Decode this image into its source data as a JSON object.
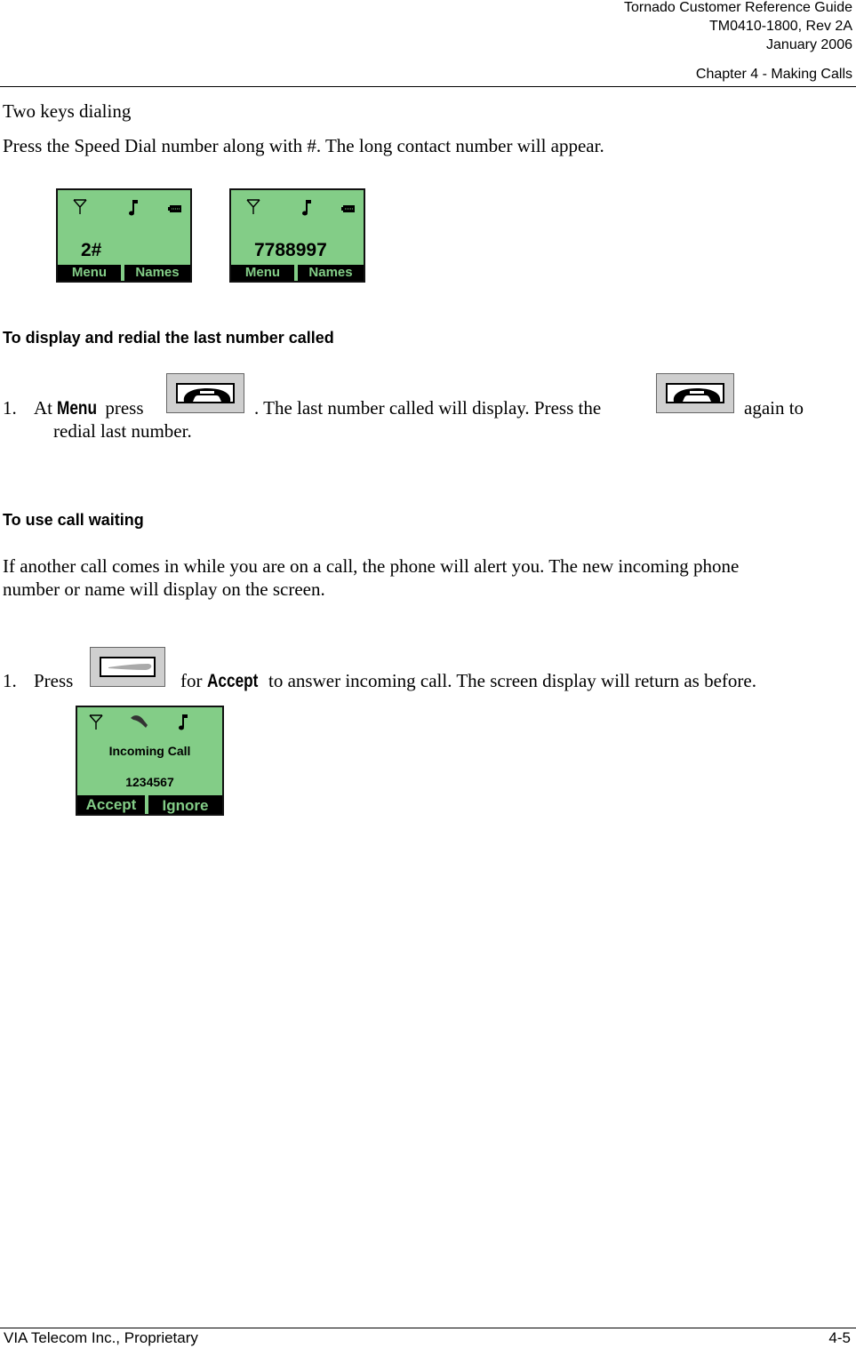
{
  "header": {
    "title": "Tornado Customer Reference Guide",
    "doc_id": "TM0410-1800, Rev 2A",
    "date": "January 2006",
    "chapter": "Chapter 4 - Making Calls"
  },
  "section_two_keys": {
    "title": "Two keys dialing",
    "body": "Press the Speed Dial number along with  #.  The long contact number will appear."
  },
  "screens": {
    "screen1": {
      "display": "2#",
      "left_soft": "Menu",
      "right_soft": "Names"
    },
    "screen2": {
      "display": "7788997",
      "left_soft": "Menu",
      "right_soft": "Names"
    },
    "screen3": {
      "line1": "Incoming Call",
      "line2": "1234567",
      "left_soft": "Accept",
      "right_soft": "Ignore"
    }
  },
  "section_redial": {
    "heading": "To display and redial the last number called",
    "step_num": "1.",
    "at": "At",
    "menu_word": "Menu",
    "press": "press",
    "mid": ".   The last number called will display.  Press the",
    "end": "again to",
    "cont": "redial last number."
  },
  "section_waiting": {
    "heading": "To use call waiting",
    "body1": "If another call comes in while you are on a call, the phone will alert you.  The new incoming phone",
    "body2": "number or name will display on the screen.",
    "step_num": "1.",
    "press": "Press",
    "for": "for",
    "accept_word": "Accept",
    "rest": "to answer incoming call.  The screen display will return as before."
  },
  "footer": {
    "left": "VIA Telecom Inc., Proprietary",
    "right": "4-5"
  },
  "colors": {
    "lcd": "#83cd87",
    "lcd_border": "#111111",
    "key_face": "#cfcfcf"
  }
}
